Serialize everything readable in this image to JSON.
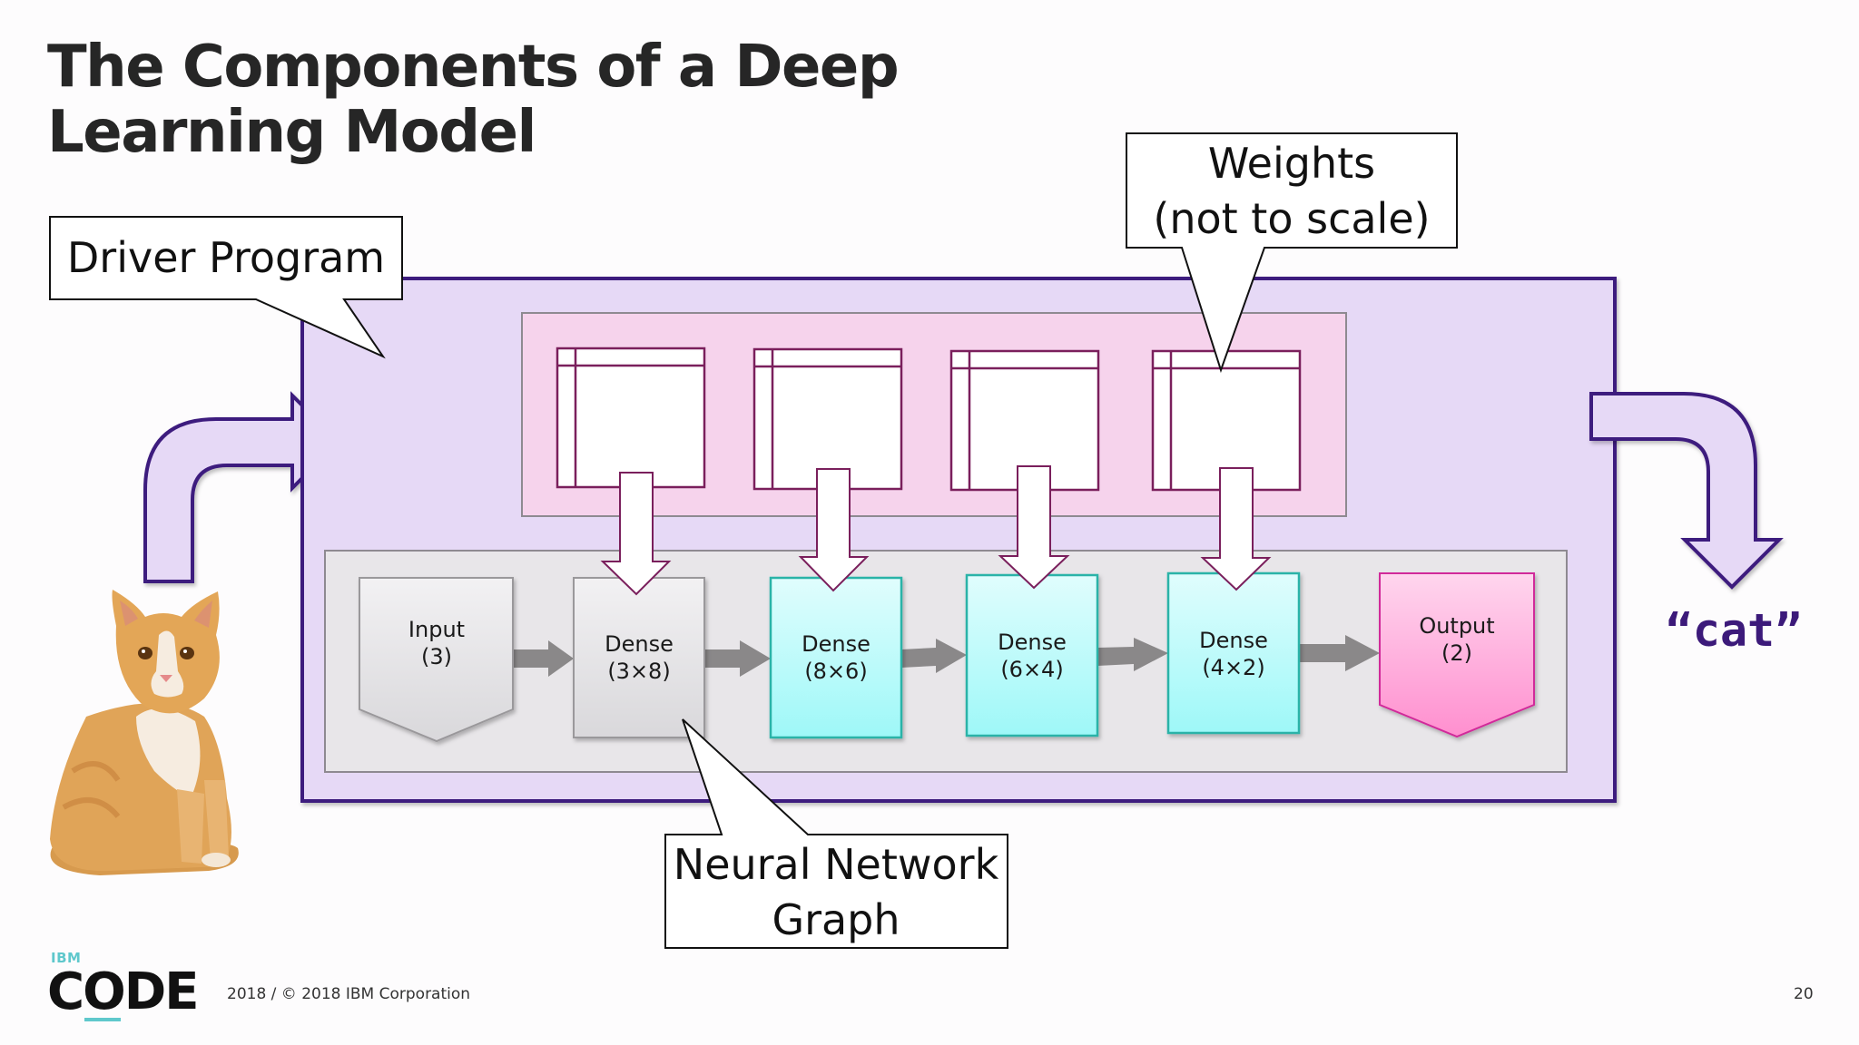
{
  "slide": {
    "title_lines": [
      "The Components of a Deep",
      "Learning Model"
    ],
    "page_number": "20"
  },
  "callouts": {
    "driver_program": "Driver Program",
    "weights_line1": "Weights",
    "weights_line2": "(not to scale)",
    "graph_line1": "Neural Network",
    "graph_line2": "Graph"
  },
  "graph_nodes": [
    {
      "name": "Input",
      "shape": "(3)",
      "kind": "input"
    },
    {
      "name": "Dense",
      "shape": "(3×8)",
      "kind": "dense-gray"
    },
    {
      "name": "Dense",
      "shape": "(8×6)",
      "kind": "dense"
    },
    {
      "name": "Dense",
      "shape": "(6×4)",
      "kind": "dense"
    },
    {
      "name": "Dense",
      "shape": "(4×2)",
      "kind": "dense"
    },
    {
      "name": "Output",
      "shape": "(2)",
      "kind": "output"
    }
  ],
  "weight_matrices": 4,
  "input_image": "cat-photo",
  "prediction": "“cat”",
  "footer": {
    "brand_small": "IBM",
    "brand_large": "CODE",
    "copyright": "2018 / © 2018 IBM Corporation"
  },
  "colors": {
    "driver_fill": "#e6d9f6",
    "driver_stroke": "#3e1a7e",
    "weights_fill": "#f6d3ec",
    "matrix_stroke": "#7a1f5c",
    "graph_fill": "#e8e6e9",
    "dense_fill": "#a8fbfa",
    "dense_stroke": "#2ab3a8",
    "output_fill": "#ff94d2",
    "output_stroke": "#d12a9a",
    "teal_accent": "#5fc8cc"
  }
}
